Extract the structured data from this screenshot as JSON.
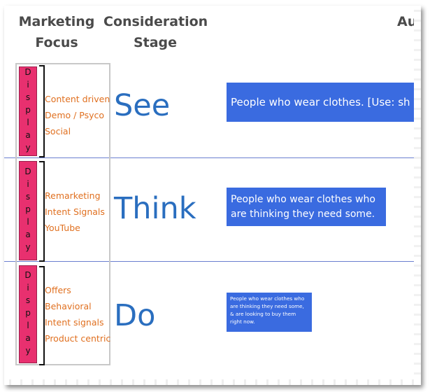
{
  "headers": {
    "focus_line1": "Marketing",
    "focus_line2": "Focus",
    "stage_line1": "Consideration",
    "stage_line2": "Stage",
    "audience_partial": "Au"
  },
  "rows": [
    {
      "channel": "Display",
      "focus_items": [
        "Content driven",
        "Demo / Psyco",
        "Social"
      ],
      "stage": "See",
      "audience": "People who wear clothes. [Use: sh"
    },
    {
      "channel": "Display",
      "focus_items": [
        "Remarketing",
        "Intent Signals",
        "YouTube"
      ],
      "stage": "Think",
      "audience": "People who wear clothes who are thinking they need some."
    },
    {
      "channel": "Display",
      "focus_items": [
        "Offers",
        "Behavioral",
        "Intent signals",
        "Product centric"
      ],
      "stage": "Do",
      "audience": "People who wear clothes who are thinking they need some, & are looking to buy them right now."
    }
  ],
  "colors": {
    "channel_bar": "#e8306f",
    "focus_text": "#e07020",
    "stage_text": "#2a6ebf",
    "audience_box": "#3a6be0",
    "separator": "#6a7fd0"
  }
}
